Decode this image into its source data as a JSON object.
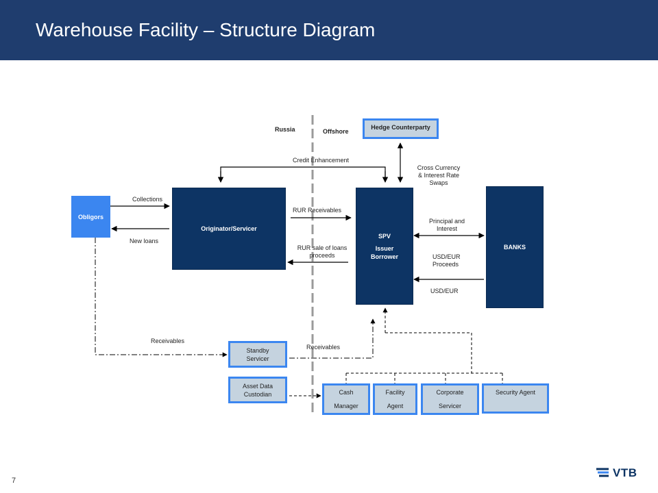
{
  "header": {
    "title": "Warehouse Facility – Structure Diagram"
  },
  "regions": {
    "russia": "Russia",
    "offshore": "Offshore"
  },
  "boxes": {
    "obligors": "Obligors",
    "originator": "Originator/Servicer",
    "spv_line1": "SPV",
    "spv_line2": "Issuer",
    "spv_line3": "Borrower",
    "banks": "BANKS",
    "hedge": "Hedge Counterparty",
    "standby_line1": "Standby",
    "standby_line2": "Servicer",
    "asset_line1": "Asset Data",
    "asset_line2": "Custodian",
    "cash_line1": "Cash",
    "cash_line2": "Manager",
    "facility_line1": "Facility",
    "facility_line2": "Agent",
    "corporate_line1": "Corporate",
    "corporate_line2": "Servicer",
    "security": "Security Agent"
  },
  "flows": {
    "credit_enhancement": "Credit Enhancement",
    "collections": "Collections",
    "new_loans": "New loans",
    "rur_receivables": "RUR Receivables",
    "rur_sale_line1": "RUR sale of loans",
    "rur_sale_line2": "proceeds",
    "swaps_line1": "Cross Currency",
    "swaps_line2": "& Interest Rate",
    "swaps_line3": "Swaps",
    "principal_line1": "Principal and",
    "principal_line2": "Interest",
    "usd_proceeds_line1": "USD/EUR",
    "usd_proceeds_line2": "Proceeds",
    "usd_eur": "USD/EUR",
    "receivables_left": "Receivables",
    "receivables_right": "Receivables"
  },
  "footer": {
    "page_number": "7",
    "logo_text": "VTB"
  },
  "colors": {
    "header": "#1f3d6e",
    "dark_box": "#0d3464",
    "accent_blue": "#3b86f0",
    "light_box": "#c5d3df"
  }
}
